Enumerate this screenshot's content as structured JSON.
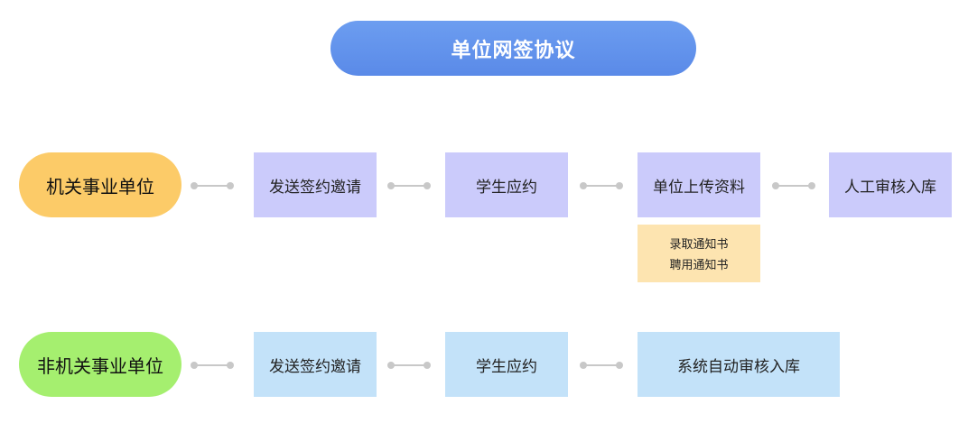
{
  "title": "单位网签协议",
  "rows": [
    {
      "category": "机关事业单位",
      "steps": [
        "发送签约邀请",
        "学生应约",
        "单位上传资料",
        "人工审核入库"
      ],
      "upload_docs": [
        "录取通知书",
        "聘用通知书"
      ]
    },
    {
      "category": "非机关事业单位",
      "steps": [
        "发送签约邀请",
        "学生应约",
        "系统自动审核入库"
      ]
    }
  ],
  "colors": {
    "title_bg": "#5f91ec",
    "gov_category": "#fccb68",
    "nongov_category": "#a5ef6f",
    "gov_step": "#cbcbfb",
    "nongov_step": "#c3e2f9",
    "docs_box": "#fde4b0",
    "connector": "#c8c8c8"
  }
}
